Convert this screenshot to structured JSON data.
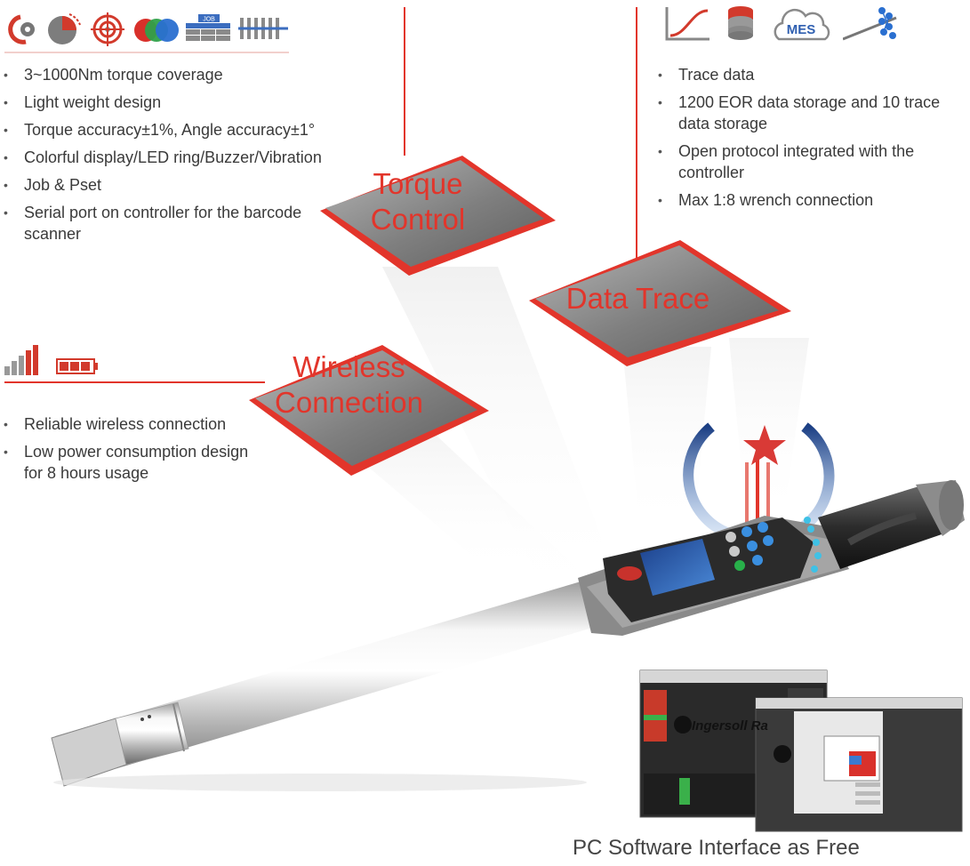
{
  "torque": {
    "label_line1": "Torque",
    "label_line2": "Control",
    "bullets": [
      "3~1000Nm torque coverage",
      "Light weight design",
      "Torque accuracy±1%, Angle accuracy±1°",
      "Colorful display/LED ring/Buzzer/Vibration",
      "Job & Pset",
      "Serial port on controller for the barcode scanner"
    ],
    "icons": [
      "rotation-gear-icon",
      "angle-pie-icon",
      "target-icon",
      "rgb-circles-icon",
      "job-grid-icon",
      "barcode-icon"
    ],
    "job_badge": "JOB"
  },
  "data_trace": {
    "label": "Data Trace",
    "bullets": [
      "Trace data",
      "1200 EOR data storage and 10 trace data storage",
      "Open protocol integrated with the controller",
      "Max 1:8 wrench connection"
    ],
    "icons": [
      "trace-curve-icon",
      "database-icon",
      "mes-cloud-icon",
      "network-nodes-icon"
    ],
    "mes_label": "MES"
  },
  "wireless": {
    "label_line1": "Wireless",
    "label_line2": "Connection",
    "bullets": [
      "Reliable wireless connection",
      "Low power consumption design for 8 hours usage"
    ],
    "icons": [
      "signal-bars-icon",
      "battery-icon"
    ]
  },
  "software": {
    "caption": "PC Software Interface as Free",
    "brand": "Ingersoll Ra"
  },
  "colors": {
    "accent": "#e2352b",
    "panel": "#7a7a7a",
    "text": "#3a3a3a"
  }
}
